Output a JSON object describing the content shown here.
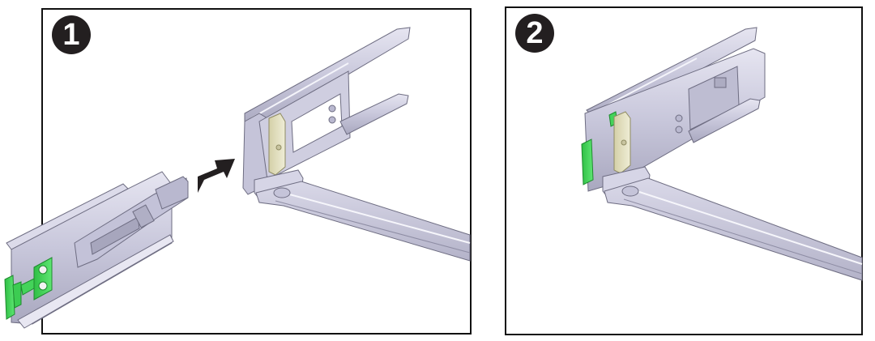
{
  "figure": {
    "type": "two-step assembly illustration",
    "steps": [
      {
        "number": "1",
        "description": "Slide-rail latch connector (with green release tab) aligned with cable management arm connector; arrow indicates insertion direction"
      },
      {
        "number": "2",
        "description": "Slide-rail latch connector fully inserted into the cable management arm connector"
      }
    ],
    "icons": {
      "insert_arrow": "arrow-right-up-icon"
    },
    "colors": {
      "frame": "#111111",
      "badge": "#231f20",
      "badge_text": "#ffffff",
      "metal": "#c9c8dc",
      "metal_light": "#e4e3ef",
      "metal_dark": "#8e8da4",
      "green_tab": "#38d150",
      "latch_beige": "#e2dfc0",
      "arrow": "#231f20"
    }
  }
}
